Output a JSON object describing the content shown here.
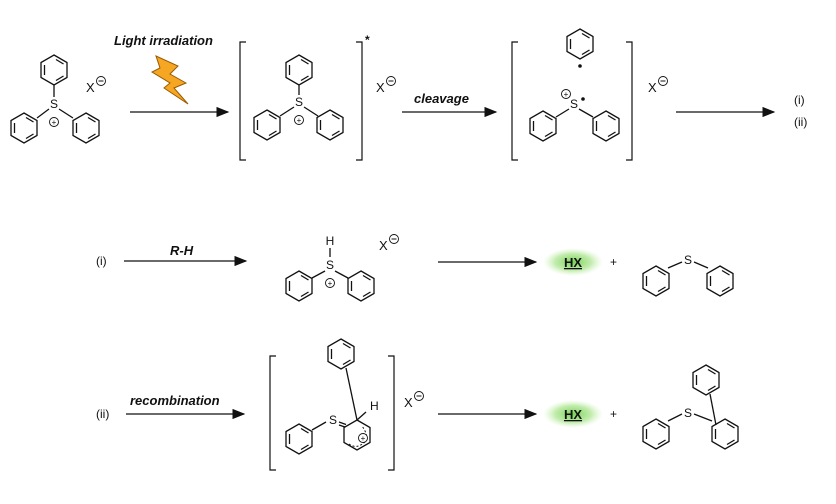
{
  "labels": {
    "light": "Light irradiation",
    "cleavage": "cleavage",
    "rh": "R-H",
    "recombination": "recombination",
    "path_i": "(i)",
    "path_ii": "(ii)",
    "counterion": "X",
    "excited": "*",
    "hx": "HX",
    "plus": "+",
    "sulfur": "S",
    "hydrogen": "H"
  },
  "colors": {
    "bolt_fill": "#f5a623",
    "bolt_stroke": "#9a5a00",
    "glow": "#6fd04a"
  }
}
